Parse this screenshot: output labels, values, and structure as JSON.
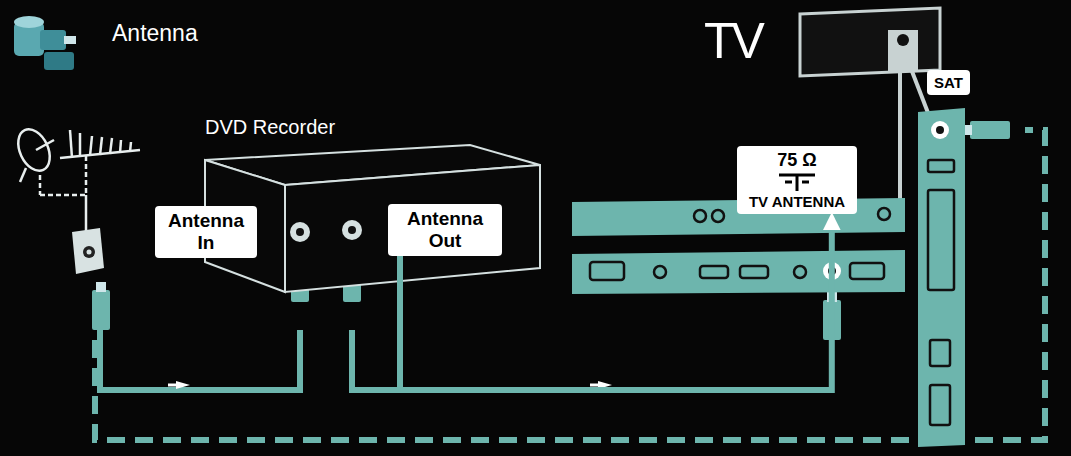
{
  "diagram": {
    "nodes": [
      {
        "text": [
          "DVD Recorder"
        ]
      },
      {
        "text": [
          "Antenna In"
        ]
      },
      {
        "text": [
          "Antenna Out"
        ]
      },
      {
        "text": [
          "75 Ω",
          "TV ANTENNA"
        ]
      },
      {
        "text": [
          "SAT"
        ]
      }
    ],
    "edges": [
      {
        "from": 2,
        "to": 3,
        "arrow": "to"
      }
    ],
    "labels": [
      "Antenna",
      "TV"
    ]
  }
}
